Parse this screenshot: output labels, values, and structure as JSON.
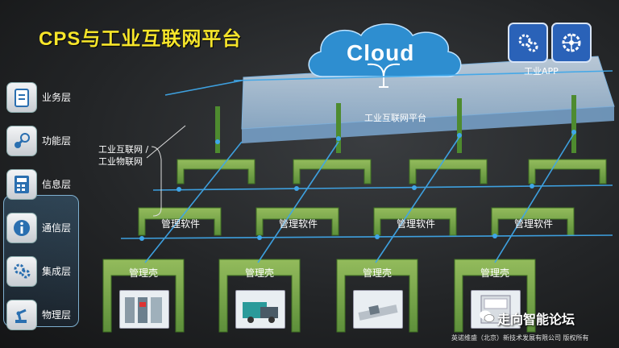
{
  "title": "CPS与工业互联网平台",
  "layers": [
    {
      "label": "业务层",
      "icon": "clipboard-icon"
    },
    {
      "label": "功能层",
      "icon": "steam-icon"
    },
    {
      "label": "信息层",
      "icon": "calculator-icon"
    },
    {
      "label": "通信层",
      "icon": "info-network-icon"
    },
    {
      "label": "集成层",
      "icon": "gears-hand-icon"
    },
    {
      "label": "物理层",
      "icon": "robot-arm-icon"
    }
  ],
  "cloud": {
    "label": "Cloud"
  },
  "apps": {
    "label": "工业APP",
    "icons": [
      "gears-icon",
      "gear-spokes-icon"
    ]
  },
  "platform": {
    "label": "工业互联网平台"
  },
  "network": {
    "line1": "工业互联网 /",
    "line2": "工业物联网"
  },
  "software_label": "管理软件",
  "shell_label": "管理壳",
  "watermark": "走向智能论坛",
  "footer": "英诺维盛（北京）新技术发展有限公司  版权所有",
  "colors": {
    "title": "#f6e52a",
    "green": "#5d8f3a",
    "blue_line": "#3fa6e8",
    "platform": "#b8d2ea"
  }
}
